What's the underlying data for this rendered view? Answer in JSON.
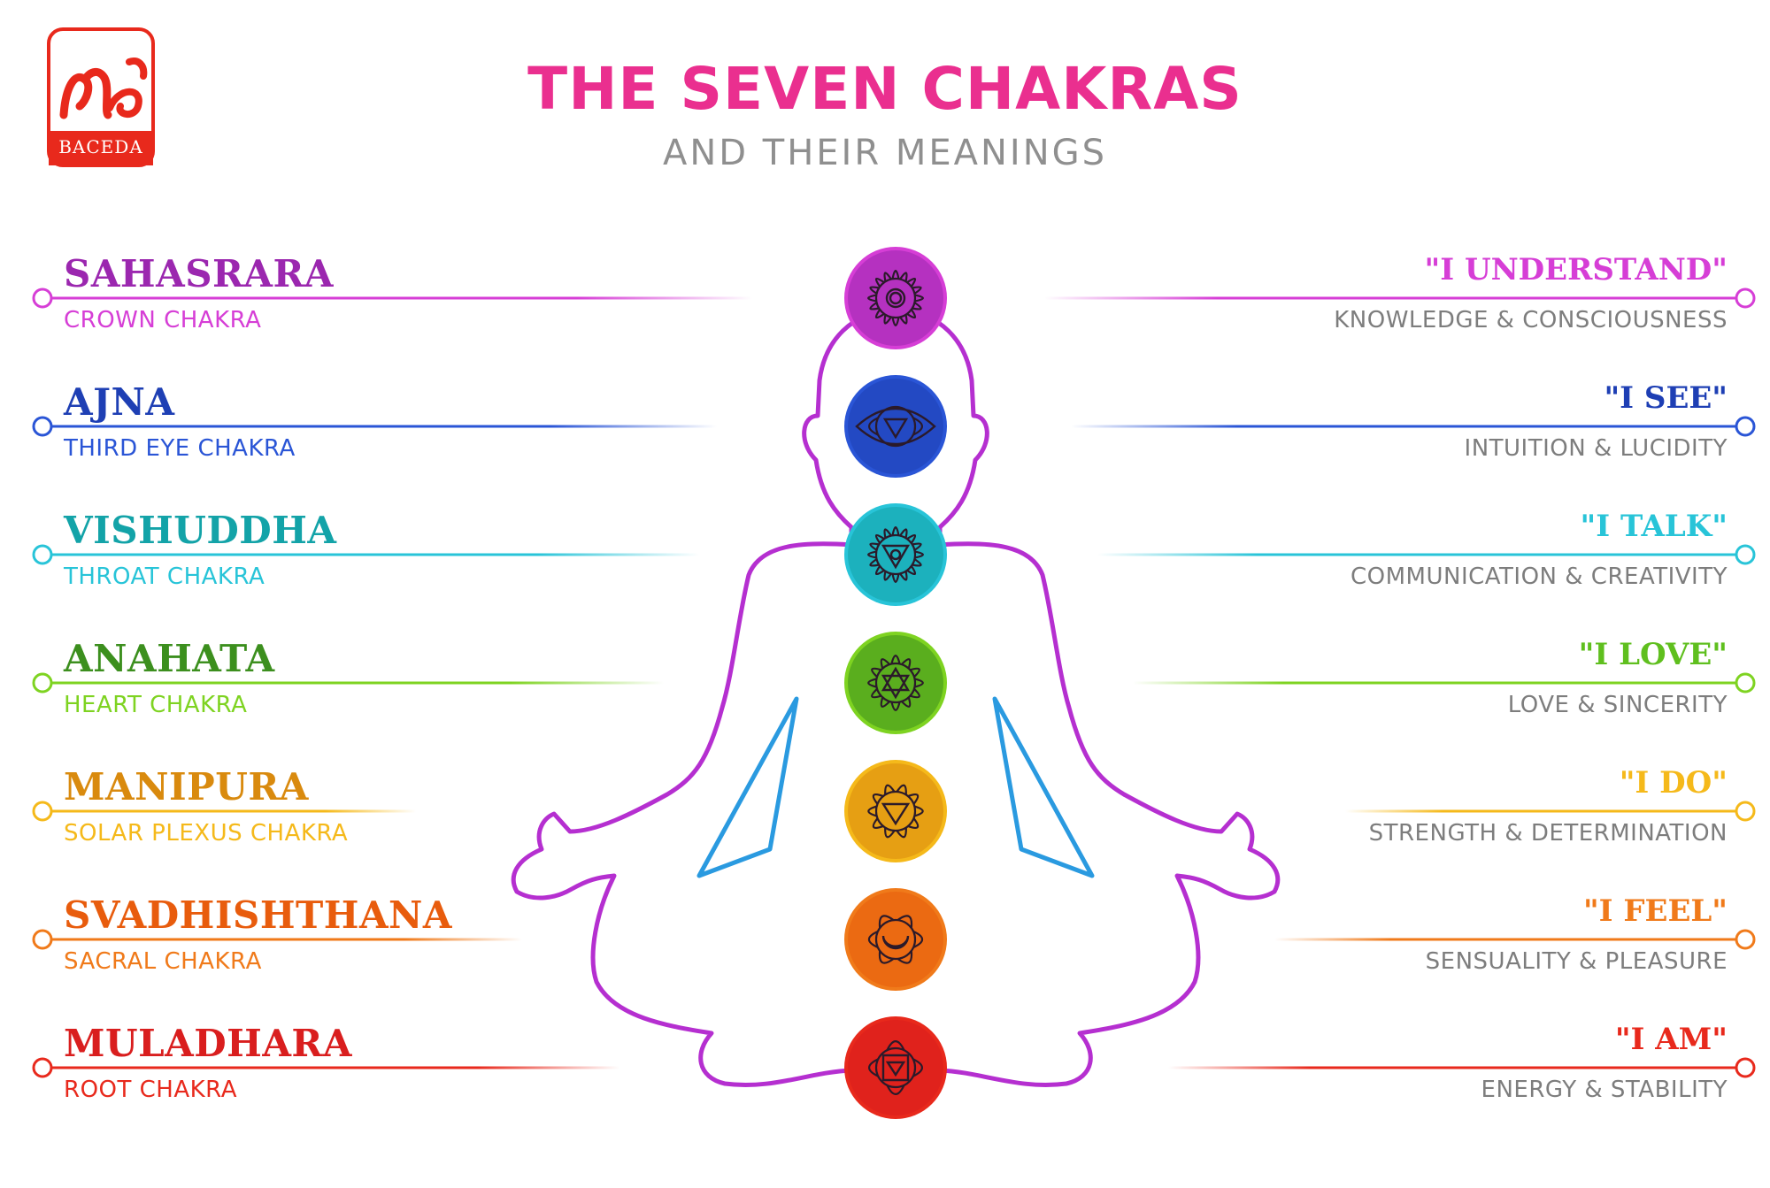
{
  "header": {
    "title": "THE SEVEN CHAKRAS",
    "subtitle": "AND THEIR MEANINGS"
  },
  "logo": {
    "text": "BACEDA",
    "color": "#e8291c"
  },
  "colors": {
    "title": "#ea2f8f",
    "subtitle": "#8f8f8f",
    "meaning_text": "#7d7d7d"
  },
  "chakras": [
    {
      "name": "SAHASRARA",
      "subtitle": "CROWN CHAKRA",
      "mantra": "\"I UNDERSTAND\"",
      "meaning": "KNOWLEDGE & CONSCIOUSNESS",
      "color": "#9b27af",
      "subtitle_color": "#d63ed6",
      "mantra_color": "#d63ed6",
      "symbol": "lotus-thousand-petal-icon"
    },
    {
      "name": "AJNA",
      "subtitle": "THIRD EYE CHAKRA",
      "mantra": "\"I SEE\"",
      "meaning": "INTUITION & LUCIDITY",
      "color": "#1e3fb4",
      "subtitle_color": "#2a55d6",
      "mantra_color": "#1e3fb4",
      "symbol": "third-eye-icon"
    },
    {
      "name": "VISHUDDHA",
      "subtitle": "THROAT CHAKRA",
      "mantra": "\"I TALK\"",
      "meaning": "COMMUNICATION & CREATIVITY",
      "color": "#13a3a8",
      "subtitle_color": "#28c4d8",
      "mantra_color": "#28c4d8",
      "symbol": "throat-lotus-icon"
    },
    {
      "name": "ANAHATA",
      "subtitle": "HEART CHAKRA",
      "mantra": "\"I LOVE\"",
      "meaning": "LOVE & SINCERITY",
      "color": "#3c8f1e",
      "subtitle_color": "#7ed321",
      "mantra_color": "#5fbf1e",
      "symbol": "hexagram-lotus-icon"
    },
    {
      "name": "MANIPURA",
      "subtitle": "SOLAR PLEXUS CHAKRA",
      "mantra": "\"I DO\"",
      "meaning": "STRENGTH & DETERMINATION",
      "color": "#d98a0e",
      "subtitle_color": "#f5b91a",
      "mantra_color": "#f5b91a",
      "symbol": "solar-triangle-icon"
    },
    {
      "name": "SVADHISHTHANA",
      "subtitle": "SACRAL CHAKRA",
      "mantra": "\"I FEEL\"",
      "meaning": "SENSUALITY & PLEASURE",
      "color": "#e85c0d",
      "subtitle_color": "#f07a1a",
      "mantra_color": "#f07a1a",
      "symbol": "crescent-lotus-icon"
    },
    {
      "name": "MULADHARA",
      "subtitle": "ROOT CHAKRA",
      "mantra": "\"I AM\"",
      "meaning": "ENERGY & STABILITY",
      "color": "#d91e1e",
      "subtitle_color": "#e8291c",
      "mantra_color": "#e8291c",
      "symbol": "square-lotus-icon"
    }
  ]
}
